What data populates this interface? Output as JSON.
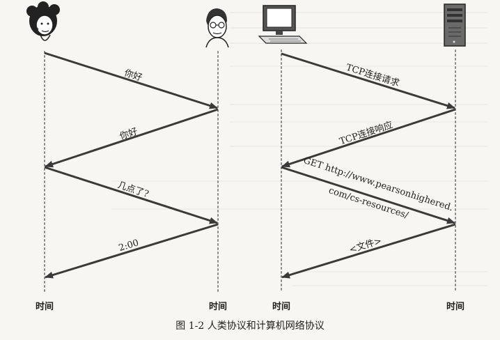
{
  "figure": {
    "caption": "图 1-2    人类协议和计算机网络协议"
  },
  "actors": {
    "woman": {
      "icon": "woman-icon"
    },
    "man": {
      "icon": "man-icon"
    },
    "computer": {
      "icon": "desktop-computer-icon"
    },
    "server": {
      "icon": "server-tower-icon"
    }
  },
  "human_protocol": {
    "messages": [
      "你好",
      "你好",
      "几点了?",
      "2:00"
    ],
    "time_label_left": "时间",
    "time_label_right": "时间"
  },
  "network_protocol": {
    "messages": [
      "TCP连接请求",
      "TCP连接响应",
      "GET http://www.pearsonhighered.",
      "com/cs-resources/",
      "<文件>"
    ],
    "time_label_left": "时间",
    "time_label_right": "时间"
  },
  "colors": {
    "arrow": "#3a3a3a",
    "dotted_line": "#8a8a8a",
    "background": "#f7f6f2"
  }
}
